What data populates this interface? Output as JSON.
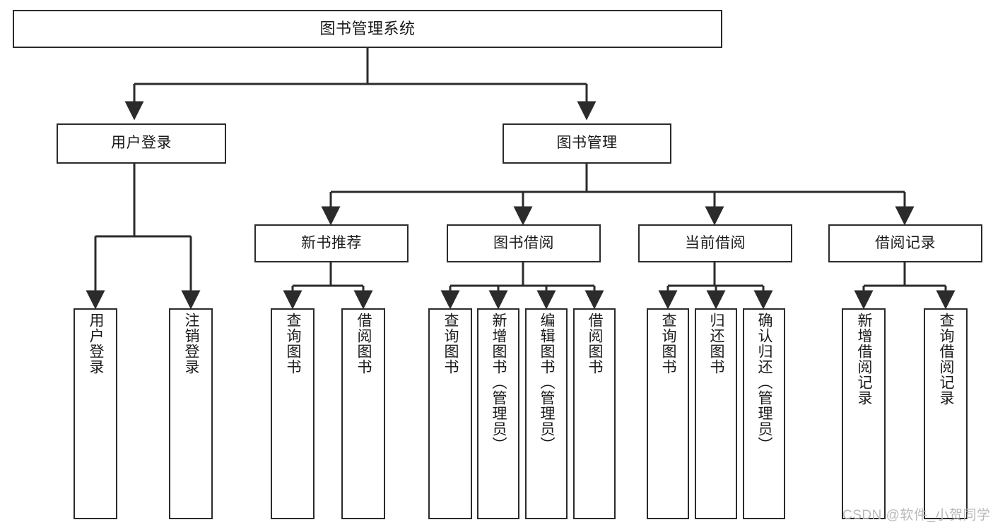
{
  "diagram": {
    "title": "图书管理系统",
    "type": "tree-hierarchy-diagram",
    "colors": {
      "box_border": "#2b2b2b",
      "box_fill": "#ffffff",
      "line": "#2b2b2b",
      "text": "#1a1a1a",
      "watermark": "#b9b9b9",
      "background": "#ffffff"
    },
    "nodes": {
      "root": {
        "label": "图书管理系统"
      },
      "level2": [
        {
          "label": "用户登录"
        },
        {
          "label": "图书管理"
        }
      ],
      "level3": [
        {
          "label": "新书推荐"
        },
        {
          "label": "图书借阅"
        },
        {
          "label": "当前借阅"
        },
        {
          "label": "借阅记录"
        }
      ],
      "leaves": [
        {
          "label": "用户登录"
        },
        {
          "label": "注销登录"
        },
        {
          "label": "查询图书"
        },
        {
          "label": "借阅图书"
        },
        {
          "label": "查询图书"
        },
        {
          "label": "新增图书（管理员）"
        },
        {
          "label": "编辑图书（管理员）"
        },
        {
          "label": "借阅图书"
        },
        {
          "label": "查询图书"
        },
        {
          "label": "归还图书"
        },
        {
          "label": "确认归还（管理员）"
        },
        {
          "label": "新增借阅记录"
        },
        {
          "label": "查询借阅记录"
        }
      ]
    }
  },
  "watermark": {
    "text": "CSDN @软件_小贺同学"
  }
}
